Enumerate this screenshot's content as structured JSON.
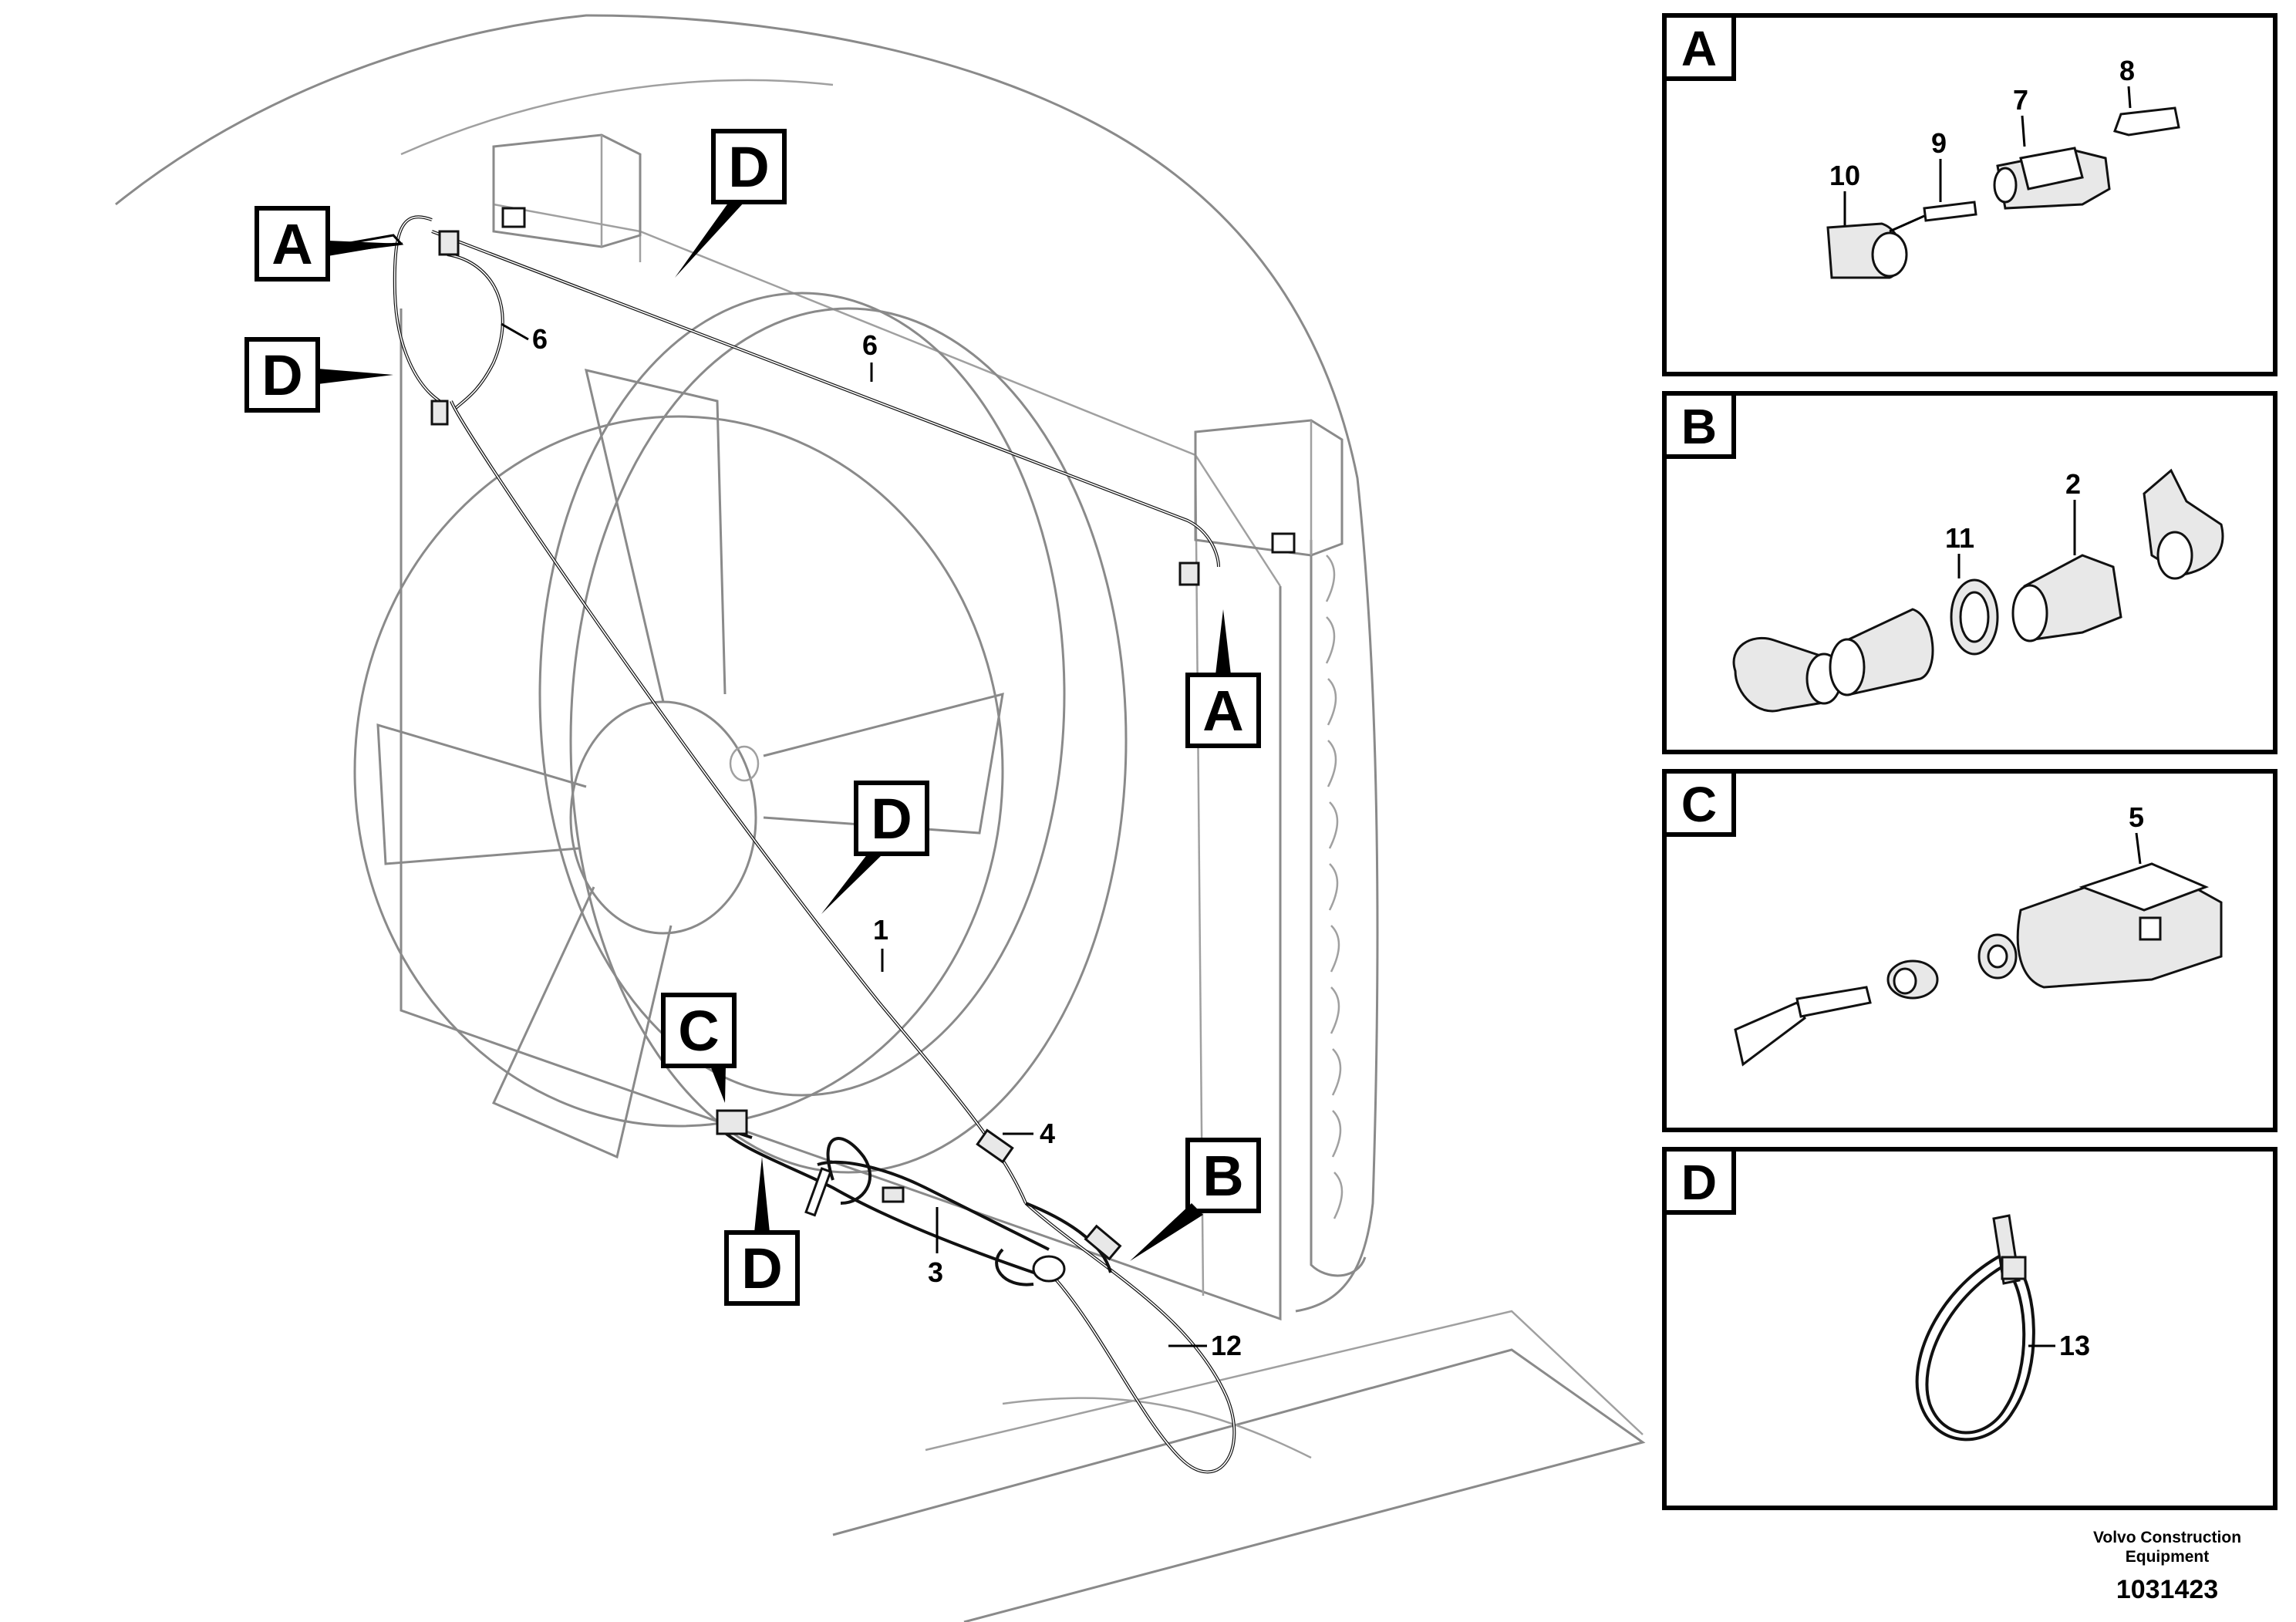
{
  "main_view": {
    "callouts": {
      "a_top": "A",
      "d_top_left": "D",
      "d_top_mid": "D",
      "a_right": "A",
      "d_middle": "D",
      "c_bottom": "C",
      "b_bottom": "B",
      "d_bottom": "D"
    },
    "part_numbers": {
      "p6_left": "6",
      "p6_right": "6",
      "p1": "1",
      "p4": "4",
      "p3": "3",
      "p12": "12"
    }
  },
  "details": {
    "a": {
      "letter": "A",
      "parts": [
        "8",
        "7",
        "9",
        "10"
      ]
    },
    "b": {
      "letter": "B",
      "parts": [
        "2",
        "11"
      ]
    },
    "c": {
      "letter": "C",
      "parts": [
        "5"
      ]
    },
    "d": {
      "letter": "D",
      "parts": [
        "13"
      ]
    }
  },
  "footer": {
    "company_line1": "Volvo Construction",
    "company_line2": "Equipment",
    "document_number": "1031423"
  }
}
